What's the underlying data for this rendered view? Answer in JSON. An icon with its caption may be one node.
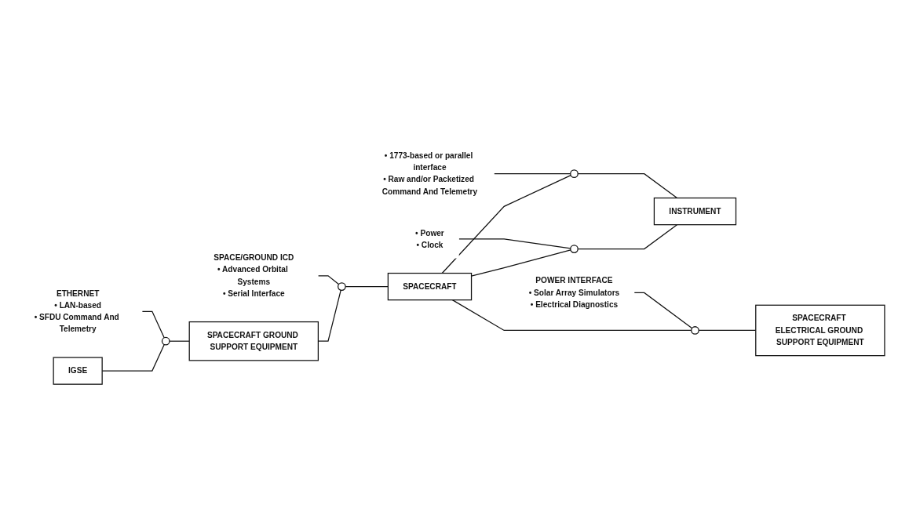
{
  "diagram": {
    "nodes": [
      {
        "text": [
          "IGSE"
        ]
      },
      {
        "text": [
          "SPACECRAFT GROUND SUPPORT EQUIPMENT"
        ]
      },
      {
        "text": [
          "SPACECRAFT"
        ]
      },
      {
        "text": [
          "INSTRUMENT"
        ]
      },
      {
        "text": [
          "SPACECRAFT ELECTRICAL GROUND SUPPORT EQUIPMENT"
        ]
      },
      {
        "text": [],
        "shape": "circle"
      },
      {
        "text": [],
        "shape": "circle"
      },
      {
        "text": [],
        "shape": "circle"
      },
      {
        "text": [],
        "shape": "circle"
      },
      {
        "text": [],
        "shape": "circle"
      },
      {
        "text": [
          "SPACE/GROUND ICD",
          "• Advanced Orbital Systems",
          "• Serial Interface"
        ]
      },
      {
        "text": [
          "• Power",
          "• Clock"
        ]
      },
      {
        "text": [
          "ETHERNET",
          "• LAN-based",
          "• SFDU Command And Telemetry"
        ]
      },
      {
        "text": [
          "• 1773-based or parallel interface",
          "• Raw and/or Packetized Command And Telemetry"
        ]
      },
      {
        "text": [
          "POWER INTERFACE",
          "• Solar Array Simulators",
          "• Electrical Diagnostics"
        ]
      }
    ],
    "edges": [
      {
        "from": 0,
        "to": 5,
        "arrow": "none"
      },
      {
        "from": 5,
        "to": 1,
        "arrow": "none"
      },
      {
        "from": 1,
        "to": 6,
        "arrow": "none"
      },
      {
        "from": 6,
        "to": 2,
        "arrow": "none"
      },
      {
        "from": 2,
        "to": 8,
        "arrow": "none"
      },
      {
        "from": 8,
        "to": 3,
        "arrow": "none"
      },
      {
        "from": 2,
        "to": 7,
        "arrow": "none"
      },
      {
        "from": 7,
        "to": 3,
        "arrow": "none"
      },
      {
        "from": 2,
        "to": 9,
        "arrow": "none"
      },
      {
        "from": 9,
        "to": 4,
        "arrow": "none"
      },
      {
        "from": 10,
        "to": 6,
        "arrow": "none"
      },
      {
        "from": 11,
        "to": 8,
        "arrow": "none"
      },
      {
        "from": 12,
        "to": 5,
        "arrow": "none"
      },
      {
        "from": 13,
        "to": 7,
        "arrow": "none"
      },
      {
        "from": 14,
        "to": 9,
        "arrow": "none"
      }
    ]
  }
}
